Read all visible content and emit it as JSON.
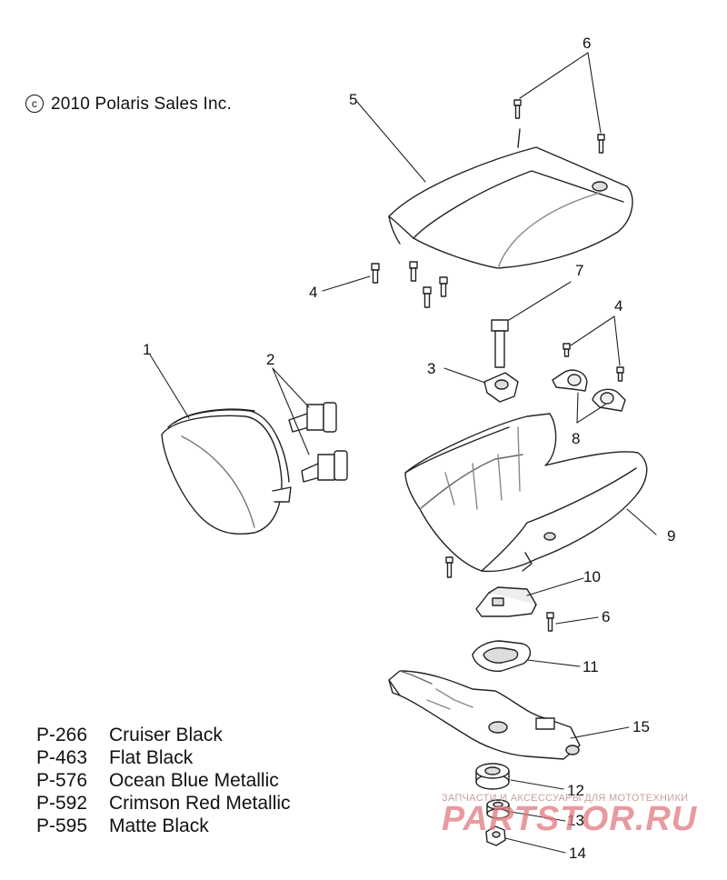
{
  "copyright": "2010 Polaris Sales Inc.",
  "copyright_symbol": "c",
  "callouts": [
    {
      "id": "6",
      "label": "6"
    },
    {
      "id": "5",
      "label": "5"
    },
    {
      "id": "4a",
      "label": "4"
    },
    {
      "id": "7",
      "label": "7"
    },
    {
      "id": "4b",
      "label": "4"
    },
    {
      "id": "1",
      "label": "1"
    },
    {
      "id": "2",
      "label": "2"
    },
    {
      "id": "3",
      "label": "3"
    },
    {
      "id": "8",
      "label": "8"
    },
    {
      "id": "9",
      "label": "9"
    },
    {
      "id": "10",
      "label": "10"
    },
    {
      "id": "6b",
      "label": "6"
    },
    {
      "id": "11",
      "label": "11"
    },
    {
      "id": "15",
      "label": "15"
    },
    {
      "id": "12",
      "label": "12"
    },
    {
      "id": "13",
      "label": "13"
    },
    {
      "id": "14",
      "label": "14"
    }
  ],
  "color_codes": [
    {
      "code": "P-266",
      "name": "Cruiser Black"
    },
    {
      "code": "P-463",
      "name": "Flat Black"
    },
    {
      "code": "P-576",
      "name": "Ocean Blue Metallic"
    },
    {
      "code": "P-592",
      "name": "Crimson Red Metallic"
    },
    {
      "code": "P-595",
      "name": "Matte Black"
    }
  ],
  "watermark": {
    "tagline": "ЗАПЧАСТИ И АКСЕССУАРЫ ДЛЯ МОТОТЕХНИКИ",
    "logo": "PARTSTOR.RU"
  },
  "colors": {
    "line": "#222222",
    "fill": "#ffffff",
    "shade": "#d9d9d9",
    "watermark": "#e07a80"
  }
}
